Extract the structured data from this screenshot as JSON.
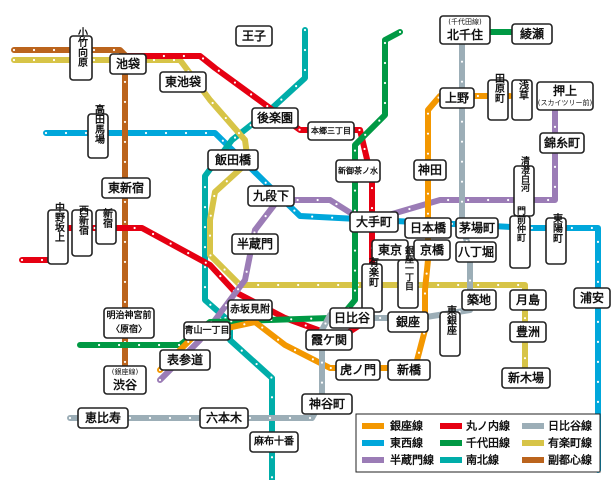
{
  "lines": [
    {
      "id": "ginza",
      "name": "銀座線",
      "color": "#f39700"
    },
    {
      "id": "marunouchi",
      "name": "丸ノ内線",
      "color": "#e60012"
    },
    {
      "id": "hibiya",
      "name": "日比谷線",
      "color": "#9caeb7"
    },
    {
      "id": "tozai",
      "name": "東西線",
      "color": "#00a7db"
    },
    {
      "id": "chiyoda",
      "name": "千代田線",
      "color": "#009944"
    },
    {
      "id": "yurakucho",
      "name": "有楽町線",
      "color": "#d7c447"
    },
    {
      "id": "hanzomon",
      "name": "半蔵門線",
      "color": "#9b7cb6"
    },
    {
      "id": "namboku",
      "name": "南北線",
      "color": "#00ada9"
    },
    {
      "id": "fukutoshin",
      "name": "副都心線",
      "color": "#bb641d"
    }
  ],
  "stations": [
    {
      "id": "kotake",
      "label": "小竹向原"
    },
    {
      "id": "ikebukuro",
      "label": "池袋"
    },
    {
      "id": "higashiikebukuro",
      "label": "東池袋"
    },
    {
      "id": "oji",
      "label": "王子"
    },
    {
      "id": "kitasenju_note",
      "label": "(千代田線)"
    },
    {
      "id": "kitasenju",
      "label": "北千住"
    },
    {
      "id": "ayase",
      "label": "綾瀬"
    },
    {
      "id": "takadanobaba",
      "label": "高田馬場"
    },
    {
      "id": "korakuen",
      "label": "後楽園"
    },
    {
      "id": "hongo",
      "label": "本郷三丁目"
    },
    {
      "id": "ueno",
      "label": "上野"
    },
    {
      "id": "tawaramachi",
      "label": "田原町"
    },
    {
      "id": "asakusa",
      "label": "浅草"
    },
    {
      "id": "oshiage",
      "label": "押上"
    },
    {
      "id": "oshiage_note",
      "label": "(スカイツリー前)"
    },
    {
      "id": "iidabashi",
      "label": "飯田橋"
    },
    {
      "id": "kinshicho",
      "label": "錦糸町"
    },
    {
      "id": "higashishinjuku",
      "label": "東新宿"
    },
    {
      "id": "shinochanomizu",
      "label": "新御茶ノ水"
    },
    {
      "id": "kanda",
      "label": "神田"
    },
    {
      "id": "kiyosumi",
      "label": "清澄白河"
    },
    {
      "id": "kudanshita",
      "label": "九段下"
    },
    {
      "id": "nakanosakaue",
      "label": "中野坂上"
    },
    {
      "id": "nishishinjuku",
      "label": "西新宿"
    },
    {
      "id": "shinjuku",
      "label": "新宿"
    },
    {
      "id": "otemachi",
      "label": "大手町"
    },
    {
      "id": "nihombashi",
      "label": "日本橋"
    },
    {
      "id": "kayabacho",
      "label": "茅場町"
    },
    {
      "id": "monzennakacho",
      "label": "門前仲町"
    },
    {
      "id": "toyocho",
      "label": "東陽町"
    },
    {
      "id": "hanzomon_st",
      "label": "半蔵門"
    },
    {
      "id": "tokyo",
      "label": "東京"
    },
    {
      "id": "kyobashi",
      "label": "京橋"
    },
    {
      "id": "hatchobori",
      "label": "八丁堀"
    },
    {
      "id": "yurakucho_st",
      "label": "有楽町"
    },
    {
      "id": "ginzaitchome",
      "label": "銀座一丁目"
    },
    {
      "id": "akasakamitsuke",
      "label": "赤坂見附"
    },
    {
      "id": "tsukiji",
      "label": "築地"
    },
    {
      "id": "tsukishima",
      "label": "月島"
    },
    {
      "id": "meijijingumae",
      "label": "明治神宮前"
    },
    {
      "id": "harajuku",
      "label": "〈原宿〉"
    },
    {
      "id": "aoyama",
      "label": "青山一丁目"
    },
    {
      "id": "hibiya_st",
      "label": "日比谷"
    },
    {
      "id": "ginza_st",
      "label": "銀座"
    },
    {
      "id": "higashiginza",
      "label": "東銀座"
    },
    {
      "id": "toyosu",
      "label": "豊洲"
    },
    {
      "id": "urayasu",
      "label": "浦安"
    },
    {
      "id": "omotesando",
      "label": "表参道"
    },
    {
      "id": "kasumigaseki",
      "label": "霞ケ関"
    },
    {
      "id": "shibuya_note",
      "label": "(銀座線)"
    },
    {
      "id": "shibuya",
      "label": "渋谷"
    },
    {
      "id": "toranomon",
      "label": "虎ノ門"
    },
    {
      "id": "shimbashi",
      "label": "新橋"
    },
    {
      "id": "shinkiba",
      "label": "新木場"
    },
    {
      "id": "kamiyacho",
      "label": "神谷町"
    },
    {
      "id": "ebisu",
      "label": "恵比寿"
    },
    {
      "id": "roppongi",
      "label": "六本木"
    },
    {
      "id": "azabujuban",
      "label": "麻布十番"
    }
  ]
}
